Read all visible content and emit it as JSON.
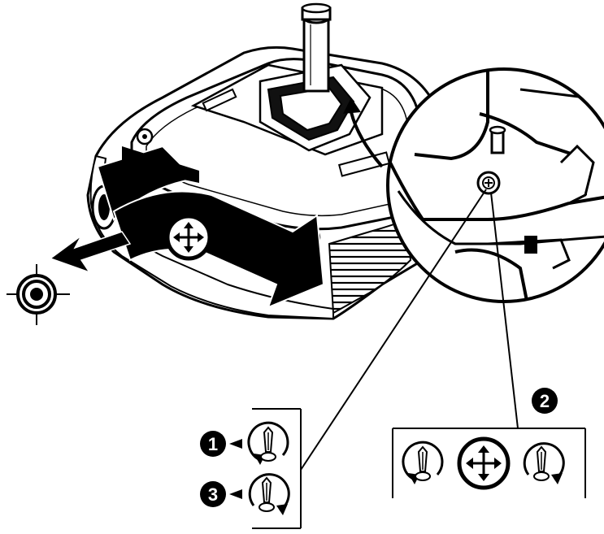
{
  "steps": [
    {
      "id": "1",
      "label": "1",
      "action": "loosen-screw"
    },
    {
      "id": "2",
      "label": "2",
      "action": "adjust-position"
    },
    {
      "id": "3",
      "label": "3",
      "action": "tighten-screw"
    }
  ],
  "icons": {
    "target": "crosshair-target-icon",
    "move": "four-way-move-icon",
    "rotate_ccw": "rotate-counterclockwise-screwdriver-icon",
    "rotate_cw": "rotate-clockwise-screwdriver-icon"
  },
  "colors": {
    "ink": "#000000",
    "paper": "#ffffff",
    "gray": "#bdbdbd"
  }
}
